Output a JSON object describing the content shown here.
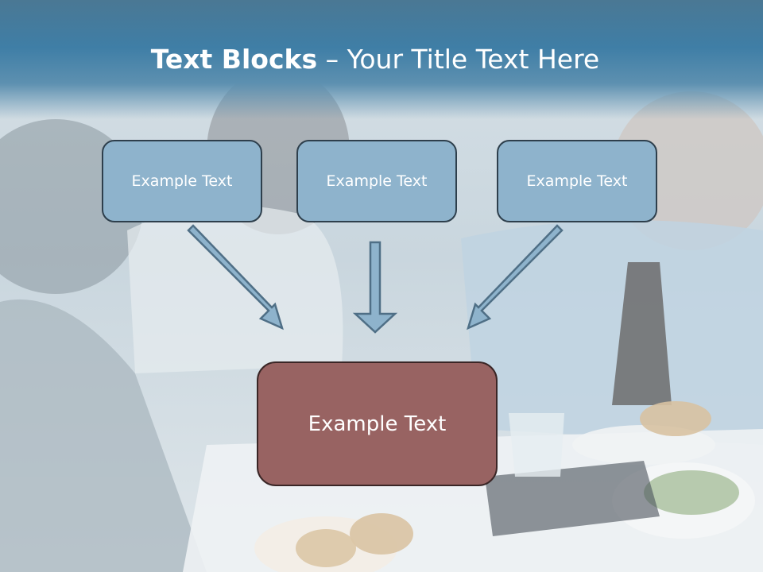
{
  "slide": {
    "title_bold": "Text Blocks",
    "title_dash": " – ",
    "title_regular": "Your Title Text Here"
  },
  "blocks": {
    "top": [
      {
        "label": "Example Text"
      },
      {
        "label": "Example Text"
      },
      {
        "label": "Example Text"
      }
    ],
    "target": {
      "label": "Example Text"
    }
  },
  "colors": {
    "header": "#3f7ea6",
    "top_box_fill": "#8eb3cc",
    "target_box_fill": "#986362",
    "arrow_fill": "#8eb3cc"
  }
}
